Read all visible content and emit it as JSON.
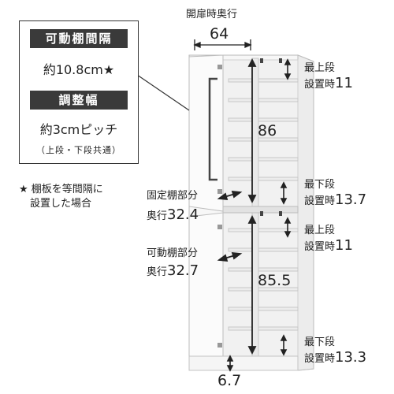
{
  "spec": {
    "movable_pitch_title": "可動棚間隔",
    "movable_pitch_value": "約10.8cm★",
    "adjust_title": "調整幅",
    "adjust_value": "約3cmピッチ",
    "adjust_note": "（上段・下段共通）"
  },
  "note": {
    "line1": "★ 棚板を等間隔に",
    "line2": "設置した場合"
  },
  "top_depth": {
    "label": "開扉時奥行",
    "value": "64"
  },
  "heights": {
    "upper": "86",
    "lower": "85.5",
    "bottom_plinth": "6.7"
  },
  "fixed_shelf": {
    "label": "固定棚部分",
    "depth_prefix": "奥行",
    "depth_value": "32.4"
  },
  "movable_shelf": {
    "label": "可動棚部分",
    "depth_prefix": "奥行",
    "depth_value": "32.7"
  },
  "right_labels": [
    {
      "top": "最上段",
      "bottom": "設置時",
      "value": "11"
    },
    {
      "top": "最下段",
      "bottom": "設置時",
      "value": "13.7"
    },
    {
      "top": "最上段",
      "bottom": "設置時",
      "value": "11"
    },
    {
      "top": "最下段",
      "bottom": "設置時",
      "value": "13.3"
    }
  ]
}
